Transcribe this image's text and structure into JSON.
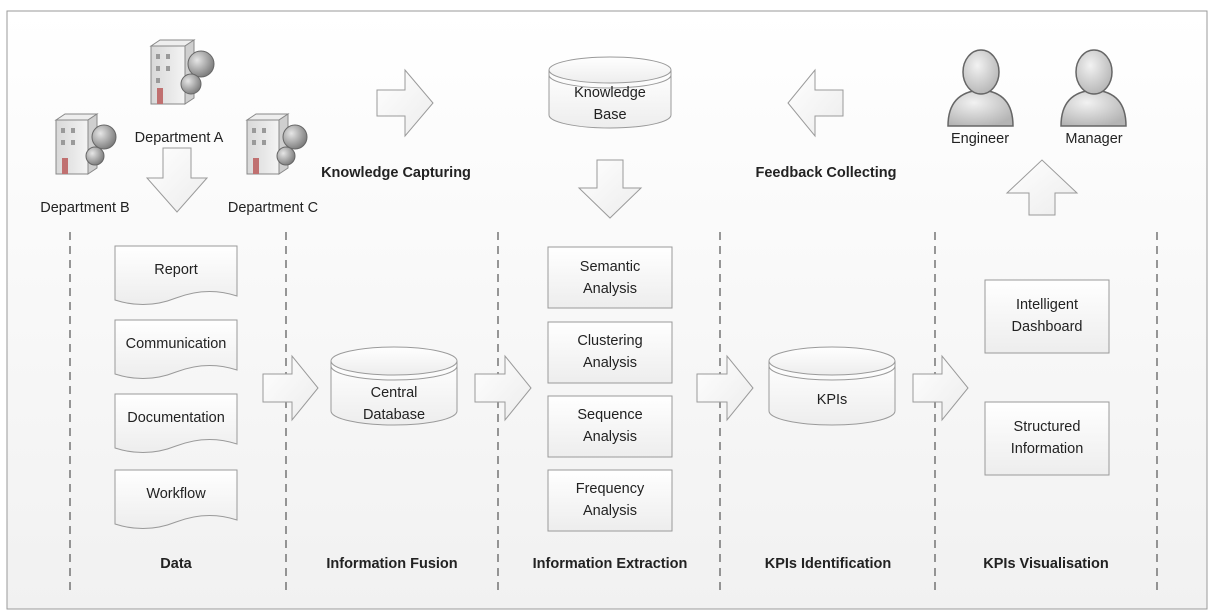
{
  "departments": {
    "a": "Department  A",
    "b": "Department  B",
    "c": "Department  C"
  },
  "top": {
    "knowledge_capturing": "Knowledge Capturing",
    "knowledge_base": [
      "Knowledge",
      "Base"
    ],
    "feedback_collecting": "Feedback Collecting",
    "engineer": "Engineer",
    "manager": "Manager"
  },
  "data_docs": [
    "Report",
    "Communication",
    "Documentation",
    "Workflow"
  ],
  "central_database": [
    "Central",
    "Database"
  ],
  "analyses": [
    [
      "Semantic",
      "Analysis"
    ],
    [
      "Clustering",
      "Analysis"
    ],
    [
      "Sequence",
      "Analysis"
    ],
    [
      "Frequency",
      "Analysis"
    ]
  ],
  "kpis_db": "KPIs",
  "visualisation_boxes": [
    [
      "Intelligent",
      "Dashboard"
    ],
    [
      "Structured",
      "Information"
    ]
  ],
  "stages": [
    "Data",
    "Information Fusion",
    "Information Extraction",
    "KPIs Identification",
    "KPIs Visualisation"
  ]
}
